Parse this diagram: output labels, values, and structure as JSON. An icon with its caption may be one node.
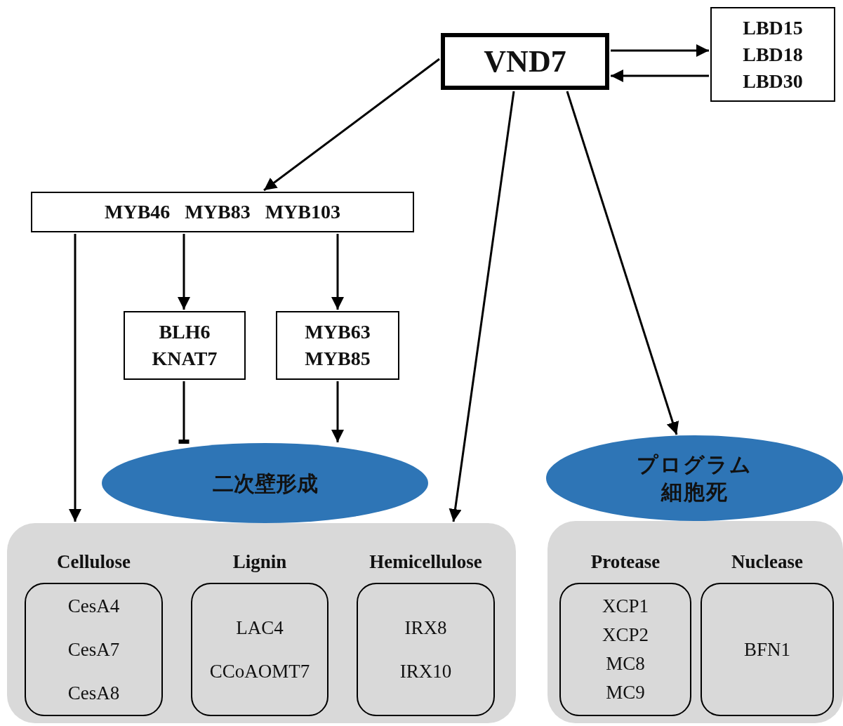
{
  "diagram": {
    "nodes": [
      {
        "text": [
          "VND7"
        ]
      },
      {
        "text": [
          "LBD15 LBD18 LBD30"
        ]
      },
      {
        "text": [
          "MYB46 MYB83 MYB103"
        ]
      },
      {
        "text": [
          "BLH6 KNAT7"
        ]
      },
      {
        "text": [
          "MYB63 MYB85"
        ]
      },
      {
        "text": [],
        "shape": "box"
      },
      {
        "text": [
          "二次壁形成"
        ]
      },
      {
        "text": [
          "Cellulose",
          "CesA4 CesA7 CesA8"
        ],
        "in": 5
      },
      {
        "text": [
          "Lignin",
          "LAC4 CCoAOMT7"
        ],
        "in": 5
      },
      {
        "text": [
          "Hemicellulose",
          "IRX8 IRX10"
        ],
        "in": 5
      },
      {
        "text": [],
        "shape": "box"
      },
      {
        "text": [
          "プログラム細胞死"
        ]
      },
      {
        "text": [
          "Protease",
          "XCP1 XCP2 MC8 MC9"
        ],
        "in": 10
      },
      {
        "text": [
          "Nuclease",
          "BFN1"
        ],
        "in": 10
      }
    ],
    "edges": [
      {
        "from": 0,
        "to": 1,
        "arrow": "to"
      },
      {
        "from": 1,
        "to": 0,
        "arrow": "to"
      },
      {
        "from": 0,
        "to": 2,
        "arrow": "to"
      },
      {
        "from": 2,
        "to": 5,
        "arrow": "to"
      },
      {
        "from": 2,
        "to": 3,
        "arrow": "to"
      },
      {
        "from": 2,
        "to": 4,
        "arrow": "to"
      },
      {
        "from": 3,
        "to": 6,
        "arrow": "other"
      },
      {
        "from": 4,
        "to": 6,
        "arrow": "to"
      },
      {
        "from": 0,
        "to": 5,
        "arrow": "to"
      },
      {
        "from": 0,
        "to": 11,
        "arrow": "to"
      }
    ]
  }
}
